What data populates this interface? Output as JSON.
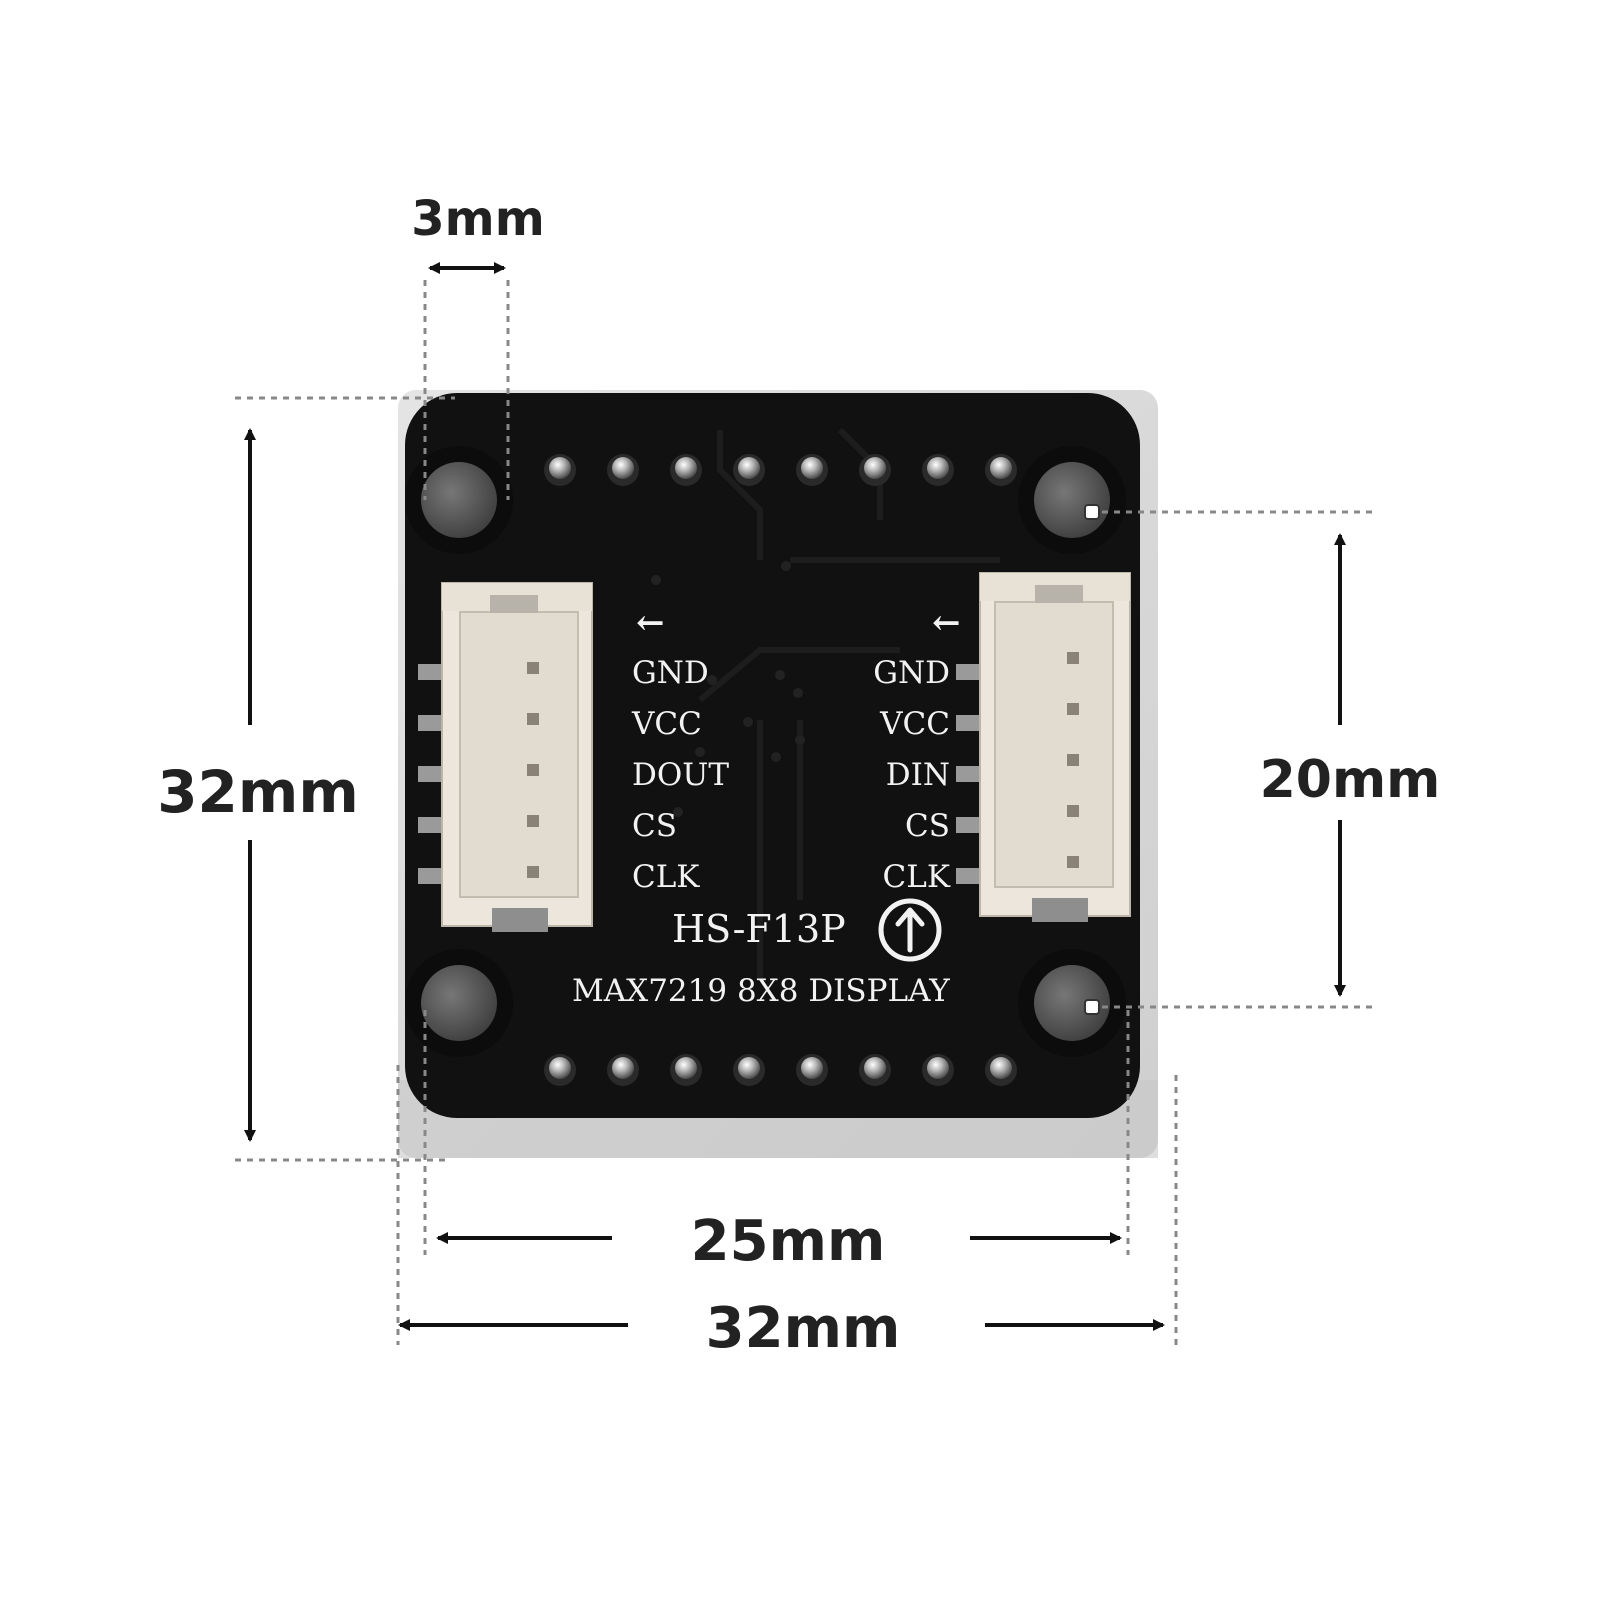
{
  "dimensions": {
    "hole_diameter": "3mm",
    "board_height": "32mm",
    "hole_spacing_vertical": "20mm",
    "hole_spacing_horizontal": "25mm",
    "board_width": "32mm"
  },
  "board": {
    "model": "HS-F13P",
    "description": "MAX7219  8X8 DISPLAY",
    "left_pins": [
      "GND",
      "VCC",
      "DOUT",
      "CS",
      "CLK"
    ],
    "right_pins": [
      "GND",
      "VCC",
      "DIN",
      "CS",
      "CLK"
    ],
    "left_arrow": "←",
    "right_arrow": "←"
  },
  "colors": {
    "pcb": "#111111",
    "acrylic": "#d8d8d8",
    "connector": "#ece6dc",
    "dimension_line": "#111111",
    "guide_line": "#888888"
  }
}
